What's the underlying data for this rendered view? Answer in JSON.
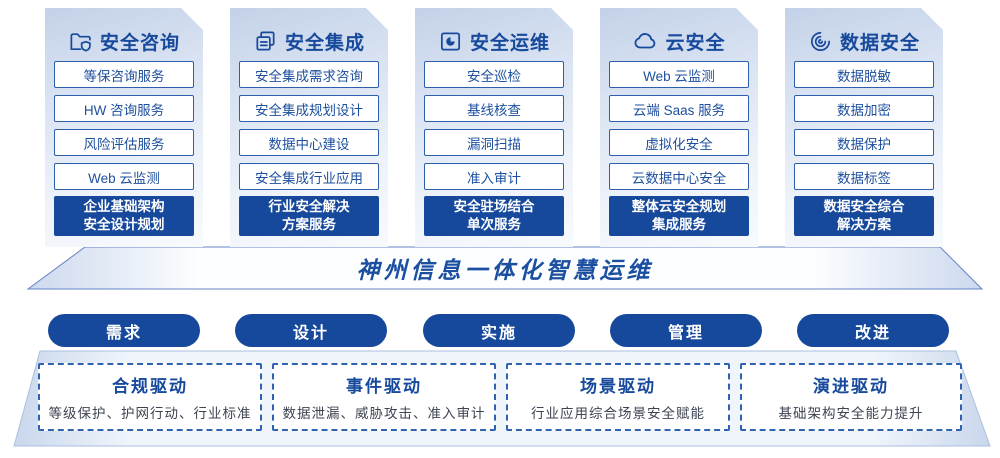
{
  "colors": {
    "primary_blue": "#17499C",
    "deep_blue_fill": "#16489B",
    "item_border": "#2E5FAE",
    "item_text": "#1D4F9F",
    "banner_text": "#1B4FA0",
    "muted_text": "#3D4451",
    "card_bg_top": "#C3D1E8",
    "card_bg_bottom": "#F7FAFD"
  },
  "cards": [
    {
      "title": "安全咨询",
      "icon": "folder-shield-icon",
      "items": [
        "等保咨询服务",
        "HW 咨询服务",
        "风险评估服务",
        "Web 云监测"
      ],
      "solution": {
        "line1": "企业基础架构",
        "line2": "安全设计规划"
      }
    },
    {
      "title": "安全集成",
      "icon": "copy-documents-icon",
      "items": [
        "安全集成需求咨询",
        "安全集成规划设计",
        "数据中心建设",
        "安全集成行业应用"
      ],
      "solution": {
        "line1": "行业安全解决",
        "line2": "方案服务"
      }
    },
    {
      "title": "安全运维",
      "icon": "folder-monitor-icon",
      "items": [
        "安全巡检",
        "基线核查",
        "漏洞扫描",
        "准入审计"
      ],
      "solution": {
        "line1": "安全驻场结合",
        "line2": "单次服务"
      }
    },
    {
      "title": "云安全",
      "icon": "cloud-icon",
      "items": [
        "Web 云监测",
        "云端 Saas 服务",
        "虚拟化安全",
        "云数据中心安全"
      ],
      "solution": {
        "line1": "整体云安全规划",
        "line2": "集成服务"
      }
    },
    {
      "title": "数据安全",
      "icon": "fingerprint-icon",
      "items": [
        "数据脱敏",
        "数据加密",
        "数据保护",
        "数据标签"
      ],
      "solution": {
        "line1": "数据安全综合",
        "line2": "解决方案"
      }
    }
  ],
  "banner": {
    "title": "神州信息一体化智慧运维"
  },
  "pills": [
    {
      "label": "需求"
    },
    {
      "label": "设计"
    },
    {
      "label": "实施"
    },
    {
      "label": "管理"
    },
    {
      "label": "改进"
    }
  ],
  "drivers": [
    {
      "title": "合规驱动",
      "desc": "等级保护、护网行动、行业标准"
    },
    {
      "title": "事件驱动",
      "desc": "数据泄漏、威胁攻击、准入审计"
    },
    {
      "title": "场景驱动",
      "desc": "行业应用综合场景安全赋能"
    },
    {
      "title": "演进驱动",
      "desc": "基础架构安全能力提升"
    }
  ]
}
